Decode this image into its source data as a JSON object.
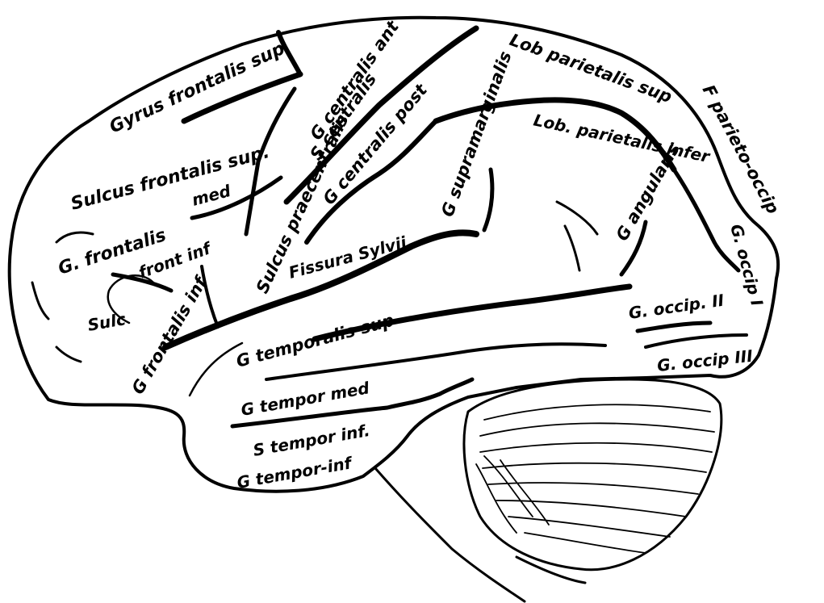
{
  "figure": {
    "colors": {
      "ink": "#000000",
      "paper": "#ffffff"
    },
    "labels": {
      "gyrus_frontalis_sup": "Gyrus frontalis sup",
      "sulcus_frontalis_sup": "Sulcus frontalis sup.",
      "frontalis_med": "med",
      "g_frontalis": "G. frontalis",
      "front_inf": "front inf",
      "sulc": "Sulc",
      "g_frontalis_inf": "G frontalis inf",
      "sulcus_praecentralis": "Sulcus praecentralis",
      "g_centralis_ant": "G centralis ant",
      "s_centralis": "S centralis",
      "g_centralis_post": "G centralis post",
      "lob_parietalis_sup": "Lob parietalis sup",
      "f_parieto_occip": "F parieto-occip",
      "g_supramarginalis": "G supramarginalis",
      "lob_parietalis_infer": "Lob. parietalis infer",
      "g_angularis": "G angularis",
      "fissura_sylvii": "Fissura Sylvii",
      "g_occip_i": "G. occip I",
      "g_occip_ii": "G. occip. II",
      "g_occip_iii": "G. occip III",
      "g_temporalis_sup": "G temporalis sup",
      "g_tempor_med": "G tempor med",
      "s_tempor_inf": "S tempor inf.",
      "g_tempor_inf": "G tempor-inf"
    }
  }
}
